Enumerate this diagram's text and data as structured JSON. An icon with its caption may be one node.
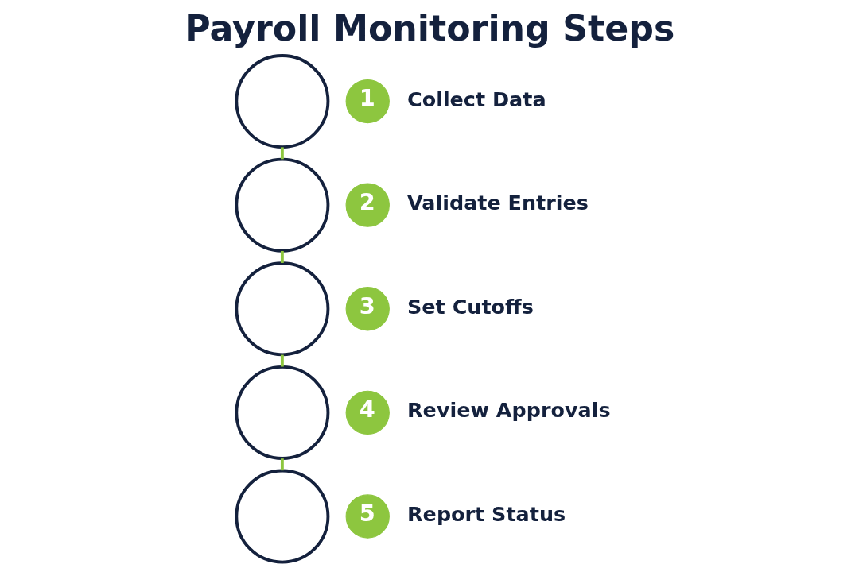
{
  "diagram": {
    "title": "Payroll Monitoring Steps",
    "nodes": [
      {
        "text": [],
        "shape": "circle"
      },
      {
        "text": [
          "1"
        ],
        "beside": [
          "Collect Data"
        ]
      },
      {
        "text": [],
        "shape": "circle"
      },
      {
        "text": [
          "2"
        ],
        "beside": [
          "Validate Entries"
        ]
      },
      {
        "text": [],
        "shape": "circle"
      },
      {
        "text": [
          "3"
        ],
        "beside": [
          "Set Cutoffs"
        ]
      },
      {
        "text": [],
        "shape": "circle"
      },
      {
        "text": [
          "4"
        ],
        "beside": [
          "Review Approvals"
        ]
      },
      {
        "text": [],
        "shape": "circle"
      },
      {
        "text": [
          "5"
        ],
        "beside": [
          "Report Status"
        ]
      }
    ],
    "edges": [
      {
        "from": 0,
        "to": 2,
        "arrow": "none"
      },
      {
        "from": 2,
        "to": 4,
        "arrow": "none"
      },
      {
        "from": 4,
        "to": 6,
        "arrow": "none"
      },
      {
        "from": 6,
        "to": 8,
        "arrow": "none"
      }
    ]
  }
}
